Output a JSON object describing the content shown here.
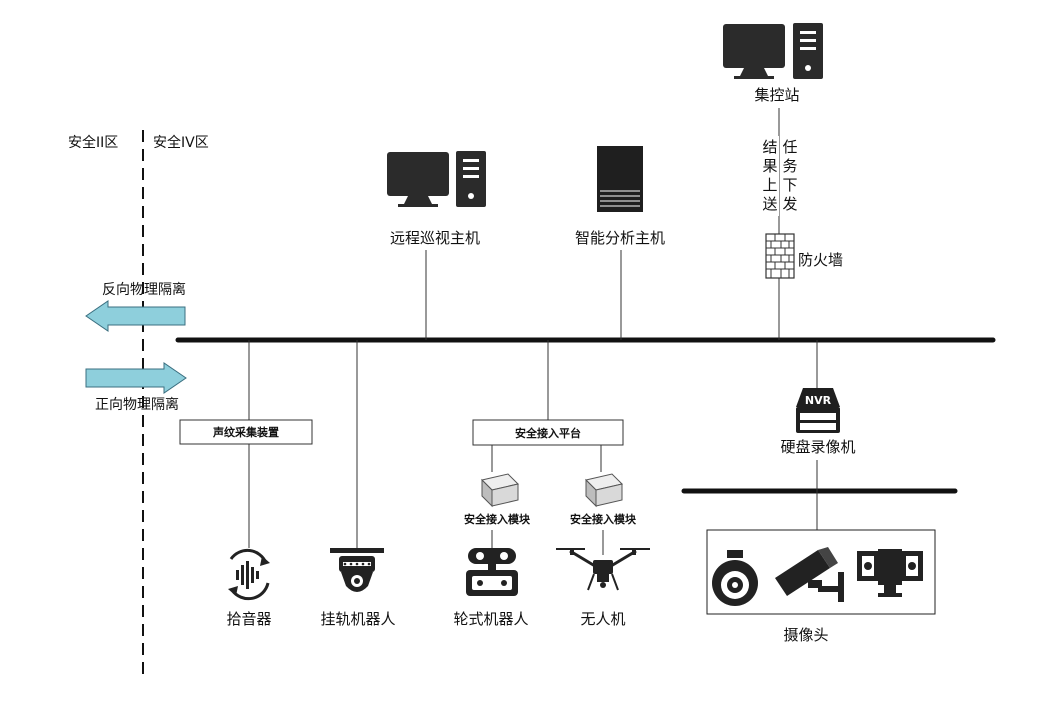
{
  "zones": {
    "left": "安全II区",
    "right": "安全IV区"
  },
  "isolation": {
    "reverse": "反向物理隔离",
    "forward": "正向物理隔离"
  },
  "top": {
    "control_station": "集控站",
    "link_left": [
      "结",
      "果",
      "上",
      "送"
    ],
    "link_right": [
      "任",
      "务",
      "下",
      "发"
    ],
    "firewall": "防火墙",
    "remote_host": "远程巡视主机",
    "analysis_host": "智能分析主机"
  },
  "bottom": {
    "sound_device": "声纹采集装置",
    "pickup": "拾音器",
    "rail_robot": "挂轨机器人",
    "access_platform": "安全接入平台",
    "access_module_1": "安全接入模块",
    "access_module_2": "安全接入模块",
    "wheeled_robot": "轮式机器人",
    "drone": "无人机",
    "nvr_badge": "NVR",
    "nvr": "硬盘录像机",
    "camera": "摄像头"
  },
  "colors": {
    "arrow_fill": "#8ecfdc",
    "arrow_stroke": "#3b6f80",
    "icon_dark": "#2b2b2b"
  },
  "icons": [
    "computer-icon",
    "server-tower-icon",
    "firewall-icon",
    "nvr-icon",
    "microphone-icon",
    "rail-robot-icon",
    "wheeled-robot-icon",
    "drone-icon",
    "dome-camera-icon",
    "bullet-camera-icon",
    "ptz-camera-icon",
    "module-box-icon"
  ]
}
